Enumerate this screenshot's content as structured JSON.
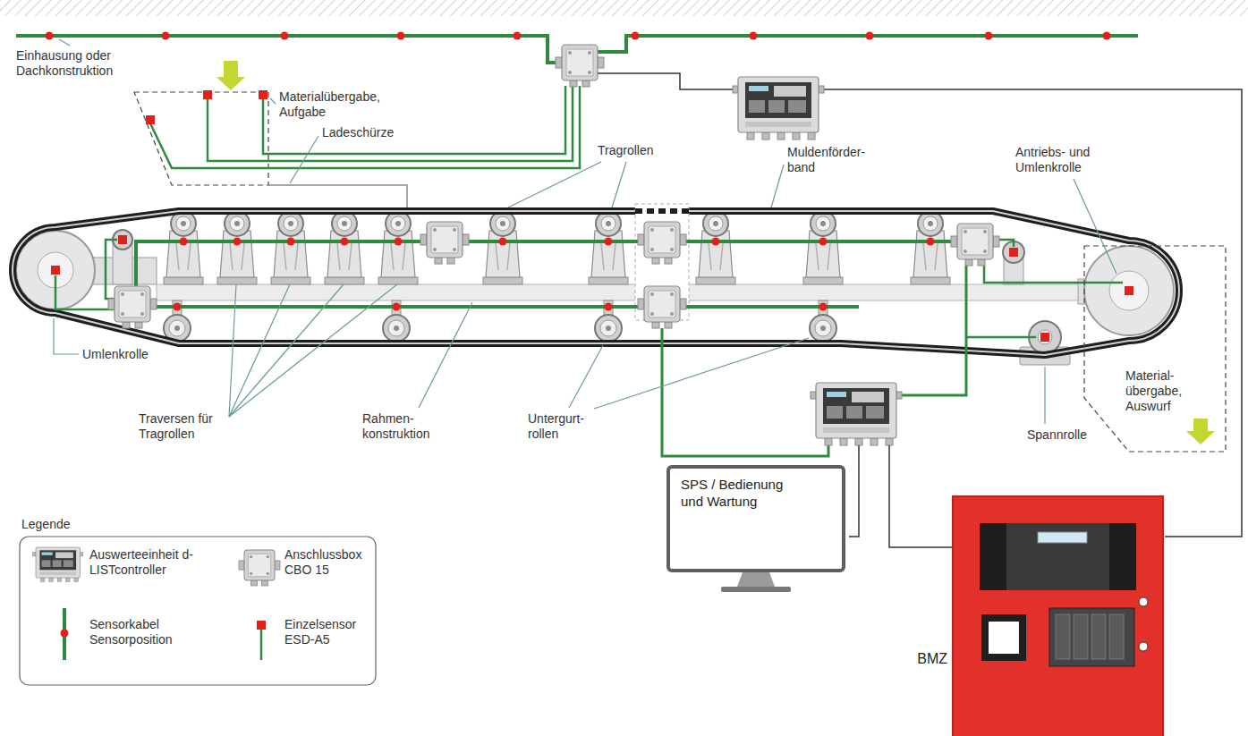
{
  "diagram": {
    "nodes": [
      {
        "text": [
          "SPS / Bedienung und Wartung"
        ]
      },
      {
        "text": [
          "BMZ"
        ]
      }
    ],
    "labels": [
      "Einhausung oder Dachkonstruktion",
      "Materialübergabe, Aufgabe",
      "Ladeschürze",
      "Tragrollen",
      "Muldenförder- band",
      "Antriebs- und Umlenkrolle",
      "Umlenkrolle",
      "Traversen für Tragrollen",
      "Rahmen- konstruktion",
      "Untergurt- rollen",
      "Spannrolle",
      "Material- übergabe, Auswurf",
      "Legende"
    ],
    "legend": [
      {
        "text": "Auswerteeinheit d-LISTcontroller"
      },
      {
        "text": "Anschlussbox CBO 15"
      },
      {
        "text": "Sensorkabel Sensorposition"
      },
      {
        "text": "Einzelsensor ESD-A5"
      }
    ]
  }
}
